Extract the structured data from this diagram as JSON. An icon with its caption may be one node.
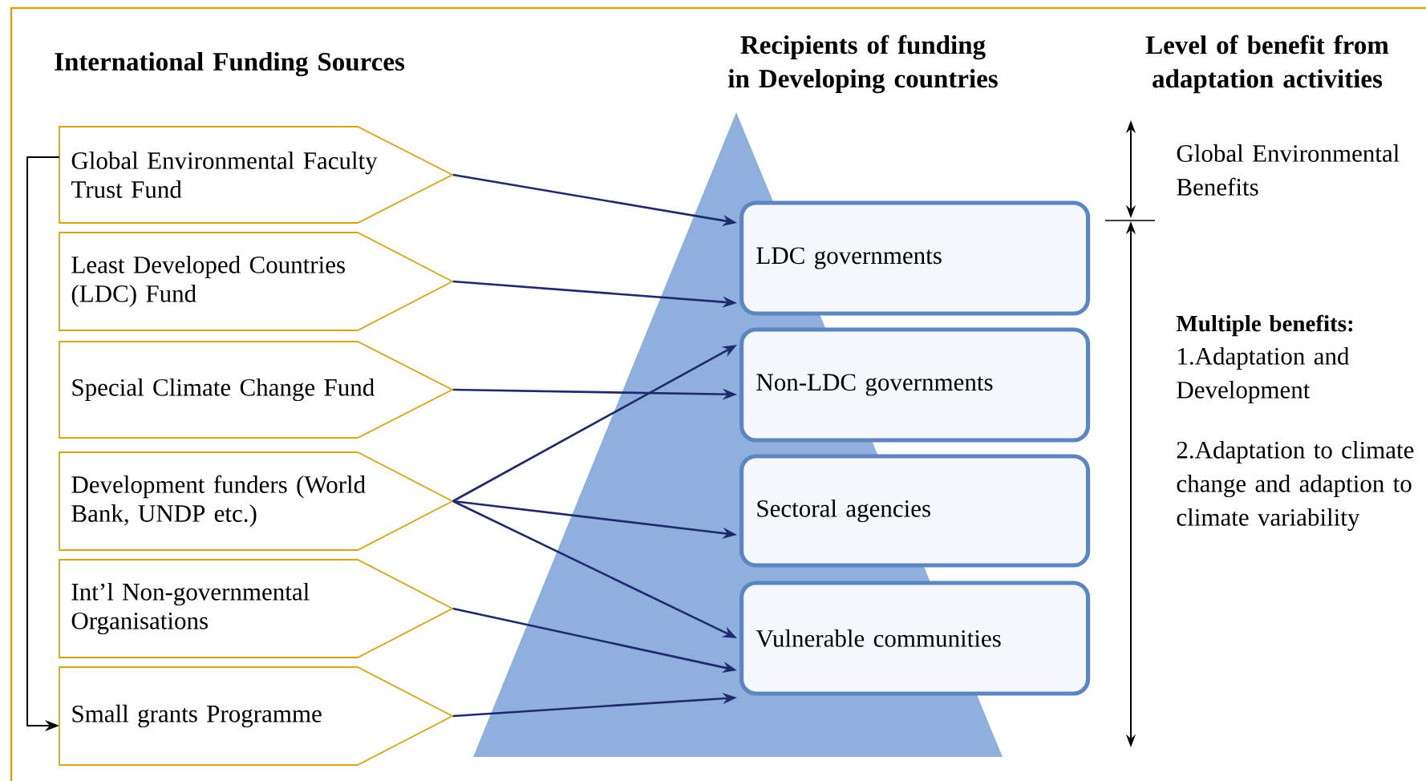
{
  "diagram": {
    "nodes": [
      {
        "text": [
          "Global Environmental Faculty Trust Fund"
        ]
      },
      {
        "text": [
          "Least Developed Countries  (LDC) Fund"
        ]
      },
      {
        "text": [
          "Special Climate Change Fund"
        ]
      },
      {
        "text": [
          "Development funders (World Bank, UNDP etc.)"
        ]
      },
      {
        "text": [
          "Int’l Non-governmental Organisations"
        ]
      },
      {
        "text": [
          "Small grants Programme"
        ]
      },
      {
        "text": [
          "LDC governments"
        ]
      },
      {
        "text": [
          "Non-LDC governments"
        ]
      },
      {
        "text": [
          "Sectoral agencies"
        ]
      },
      {
        "text": [
          "Vulnerable communities"
        ]
      }
    ],
    "edges": [
      {
        "from": 0,
        "to": 6,
        "arrow": "to"
      },
      {
        "from": 1,
        "to": 6,
        "arrow": "to"
      },
      {
        "from": 2,
        "to": 7,
        "arrow": "to"
      },
      {
        "from": 3,
        "to": 7,
        "arrow": "to"
      },
      {
        "from": 3,
        "to": 8,
        "arrow": "to"
      },
      {
        "from": 3,
        "to": 9,
        "arrow": "to"
      },
      {
        "from": 4,
        "to": 9,
        "arrow": "to"
      },
      {
        "from": 5,
        "to": 9,
        "arrow": "to"
      },
      {
        "from": 0,
        "to": 5,
        "arrow": "to",
        "color": "#000000"
      }
    ],
    "labels": [
      "International Funding Sources",
      "Recipients of funding in Developing countries",
      "Level of benefit from adaptation activities",
      "Global Environmental Benefits",
      "Multiple benefits:",
      "1.Adaptation and Development",
      "2.Adaptation to climate change and adaption to climate variability"
    ]
  }
}
